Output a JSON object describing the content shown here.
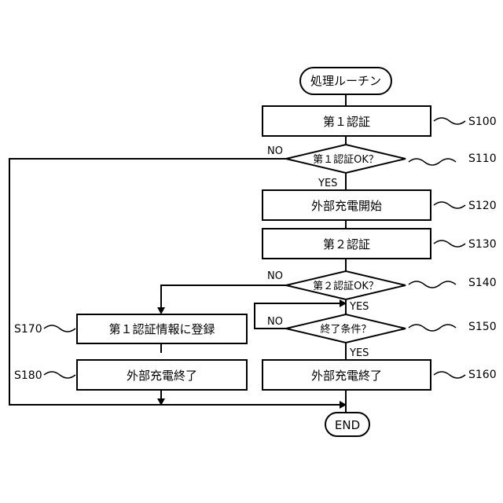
{
  "flowchart": {
    "start": "処理ルーチン",
    "end": "END",
    "steps": {
      "s100": {
        "text": "第１認証",
        "id": "S100"
      },
      "s110": {
        "text": "第１認証OK？",
        "id": "S110"
      },
      "s120": {
        "text": "外部充電開始",
        "id": "S120"
      },
      "s130": {
        "text": "第２認証",
        "id": "S130"
      },
      "s140": {
        "text": "第２認証OK？",
        "id": "S140"
      },
      "s150": {
        "text": "終了条件？",
        "id": "S150"
      },
      "s160": {
        "text": "外部充電終了",
        "id": "S160"
      },
      "s170": {
        "text": "第１認証情報に登録",
        "id": "S170"
      },
      "s180": {
        "text": "外部充電終了",
        "id": "S180"
      }
    },
    "branches": {
      "s110_no": "NO",
      "s110_yes": "YES",
      "s140_no": "NO",
      "s140_yes": "YES",
      "s150_no": "NO",
      "s150_yes": "YES"
    }
  }
}
